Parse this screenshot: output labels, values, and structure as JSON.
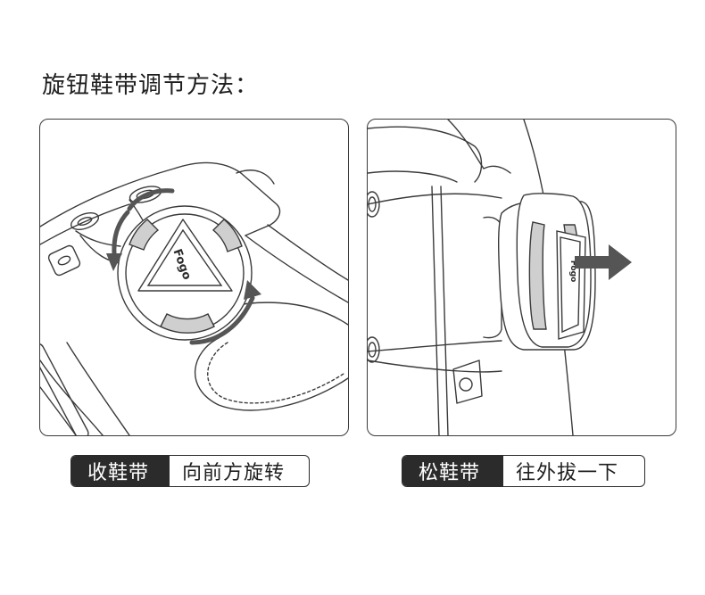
{
  "heading": "旋钮鞋带调节方法：",
  "steps": [
    {
      "action": "收鞋带",
      "instruction": "向前方旋转"
    },
    {
      "action": "松鞋带",
      "instruction": "往外拔一下"
    }
  ],
  "knob_logo_text": "Fogo",
  "colors": {
    "line": "#3a3a3a",
    "arrow": "#555555",
    "caption_dark": "#2b2b2b"
  }
}
